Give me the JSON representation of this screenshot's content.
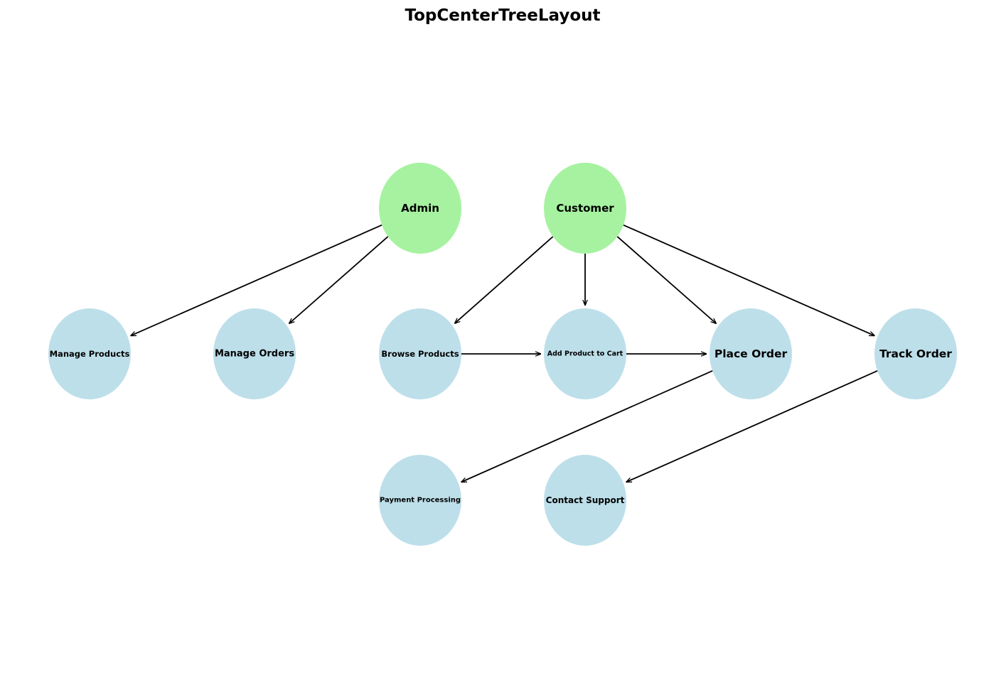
{
  "diagram": {
    "title": "TopCenterTreeLayout",
    "colors": {
      "actor_fill": "#a6f2a0",
      "task_fill": "#bddfea",
      "edge": "#000000"
    },
    "nodes": [
      {
        "id": "admin",
        "label": "Admin",
        "kind": "actor"
      },
      {
        "id": "customer",
        "label": "Customer",
        "kind": "actor"
      },
      {
        "id": "manage-products",
        "label": "Manage Products",
        "kind": "task"
      },
      {
        "id": "manage-orders",
        "label": "Manage Orders",
        "kind": "task"
      },
      {
        "id": "browse-products",
        "label": "Browse Products",
        "kind": "task"
      },
      {
        "id": "add-product-to-cart",
        "label": "Add Product to Cart",
        "kind": "task"
      },
      {
        "id": "place-order",
        "label": "Place Order",
        "kind": "task"
      },
      {
        "id": "track-order",
        "label": "Track Order",
        "kind": "task"
      },
      {
        "id": "payment-processing",
        "label": "Payment Processing",
        "kind": "task"
      },
      {
        "id": "contact-support",
        "label": "Contact Support",
        "kind": "task"
      }
    ],
    "edges": [
      {
        "from": "admin",
        "to": "manage-products"
      },
      {
        "from": "admin",
        "to": "manage-orders"
      },
      {
        "from": "customer",
        "to": "browse-products"
      },
      {
        "from": "customer",
        "to": "add-product-to-cart"
      },
      {
        "from": "customer",
        "to": "place-order"
      },
      {
        "from": "customer",
        "to": "track-order"
      },
      {
        "from": "browse-products",
        "to": "add-product-to-cart"
      },
      {
        "from": "add-product-to-cart",
        "to": "place-order"
      },
      {
        "from": "place-order",
        "to": "payment-processing"
      },
      {
        "from": "track-order",
        "to": "contact-support"
      }
    ]
  }
}
